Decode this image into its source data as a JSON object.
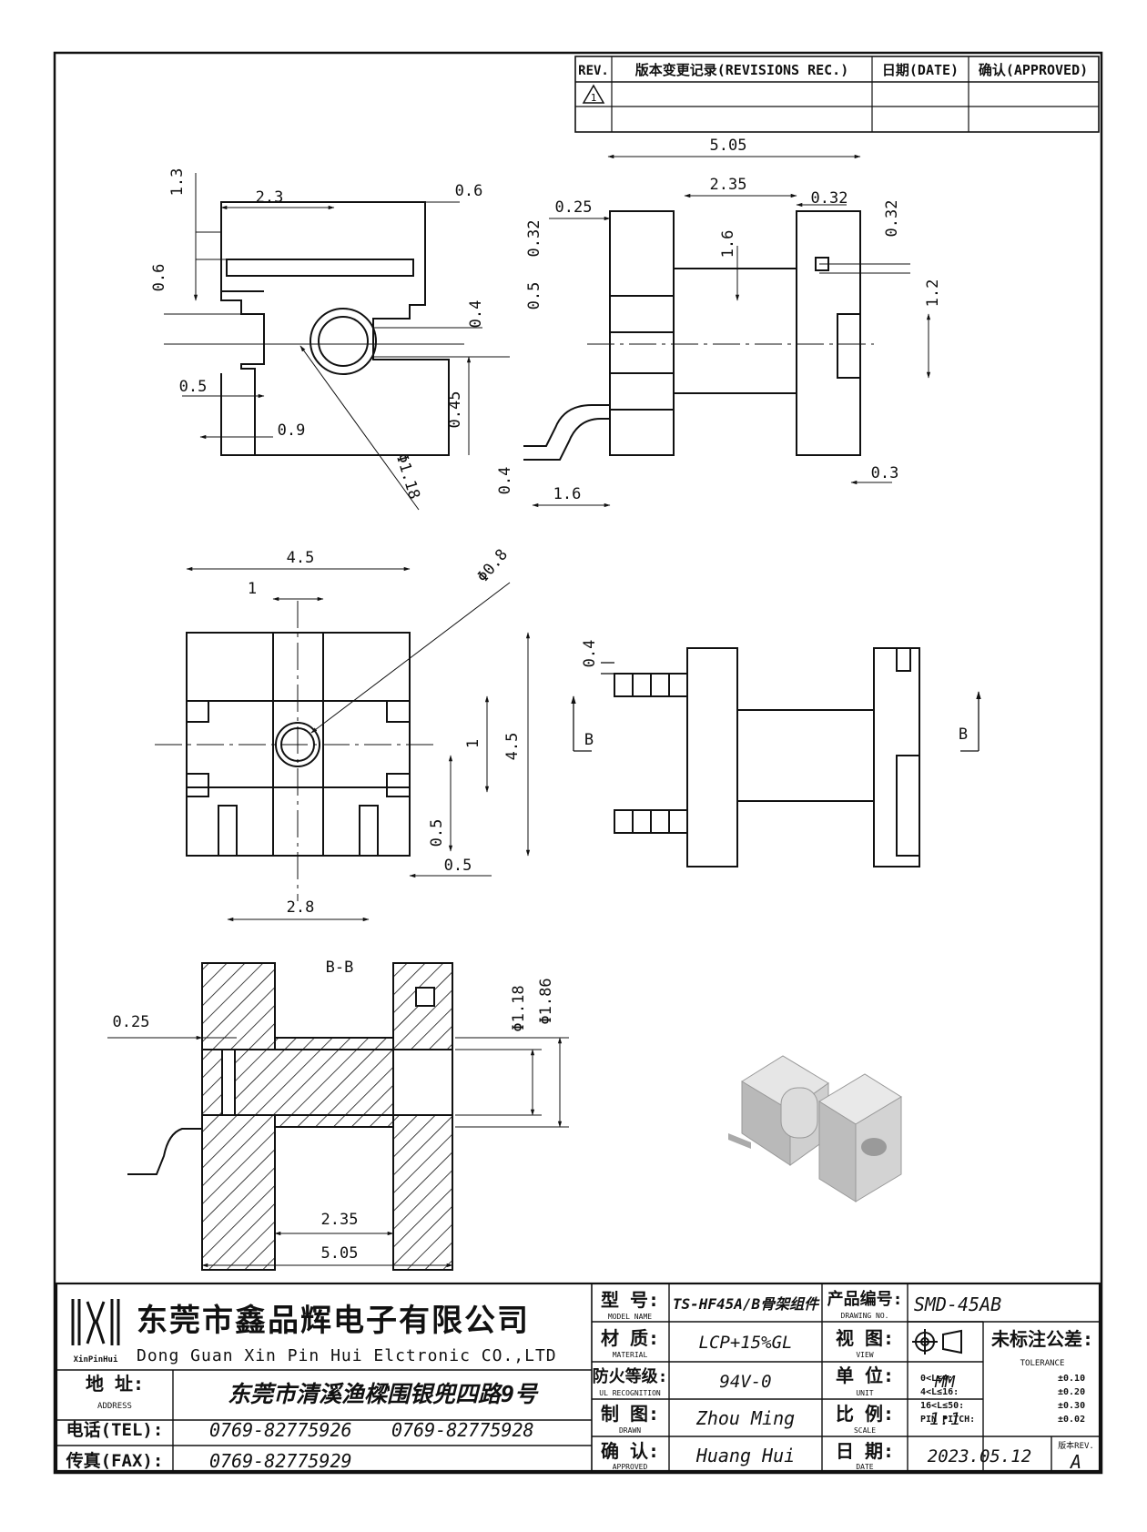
{
  "revision_table": {
    "col_rev": "REV.",
    "col_record": "版本变更记录(REVISIONS REC.)",
    "col_date": "日期(DATE)",
    "col_approved": "确认(APPROVED)",
    "rev_marker": "1"
  },
  "views": {
    "side_view": {
      "dims": [
        "2.3",
        "0.6",
        "1.3",
        "0.6",
        "0.5",
        "0.9",
        "0.45",
        "0.5",
        "0.4",
        "0.32",
        "Φ1.18"
      ]
    },
    "front_view": {
      "dims": [
        "5.05",
        "2.35",
        "0.25",
        "0.32",
        "0.32",
        "1.6",
        "1.2",
        "0.4",
        "1.6",
        "0.3"
      ]
    },
    "top_view": {
      "dims": [
        "4.5",
        "1",
        "Φ0.8",
        "4.5",
        "1",
        "0.5",
        "0.5",
        "2.8"
      ]
    },
    "bottom_view": {
      "dims": [
        "0.4"
      ],
      "section_marks": [
        "B",
        "B"
      ]
    },
    "section_view": {
      "title": "B-B",
      "dims": [
        "0.25",
        "Φ1.18",
        "Φ1.86",
        "2.35",
        "5.05"
      ]
    }
  },
  "title_block": {
    "company_cn": "东莞市鑫品辉电子有限公司",
    "company_en": "Dong Guan Xin Pin Hui Elctronic CO.,LTD",
    "logo_text": "XinPinHui",
    "address_label_cn": "地 址:",
    "address_label_en": "ADDRESS",
    "address": "东莞市清溪渔樑围银兜四路9号",
    "tel_label": "电话(TEL):",
    "tel_1": "0769-82775926",
    "tel_2": "0769-82775928",
    "fax_label": "传真(FAX):",
    "fax": "0769-82775929",
    "model_label_cn": "型 号:",
    "model_label_en": "MODEL NAME",
    "model": "TS-HF45A/B骨架组件",
    "drawing_no_label_cn": "产品编号:",
    "drawing_no_label_en": "DRAWING NO.",
    "drawing_no": "SMD-45AB",
    "material_label_cn": "材 质:",
    "material_label_en": "MATERIAL",
    "material": "LCP+15%GL",
    "view_label_cn": "视 图:",
    "view_label_en": "VIEW",
    "tolerance_label_cn": "未标注公差:",
    "tolerance_label_en": "TOLERANCE",
    "fire_label_cn": "防火等级:",
    "fire_label_en": "UL RECOGNITION",
    "fire_rating": "94V-0",
    "unit_label_cn": "单 位:",
    "unit_label_en": "UNIT",
    "unit": "MM",
    "drawn_label_cn": "制 图:",
    "drawn_label_en": "DRAWN",
    "drawn_by": "Zhou Ming",
    "scale_label_cn": "比 例:",
    "scale_label_en": "SCALE",
    "scale": "1:1",
    "approved_label_cn": "确 认:",
    "approved_label_en": "APPROVED",
    "approved_by": "Huang Hui",
    "date_label_cn": "日 期:",
    "date_label_en": "DATE",
    "date": "2023.05.12",
    "rev_label": "版本REV.",
    "rev": "A",
    "tolerances": [
      {
        "range": "0<L≤4:",
        "value": "±0.10"
      },
      {
        "range": "4<L≤16:",
        "value": "±0.20"
      },
      {
        "range": "16<L≤50:",
        "value": "±0.30"
      },
      {
        "range": "PIN PITCH:",
        "value": "±0.02"
      }
    ]
  }
}
